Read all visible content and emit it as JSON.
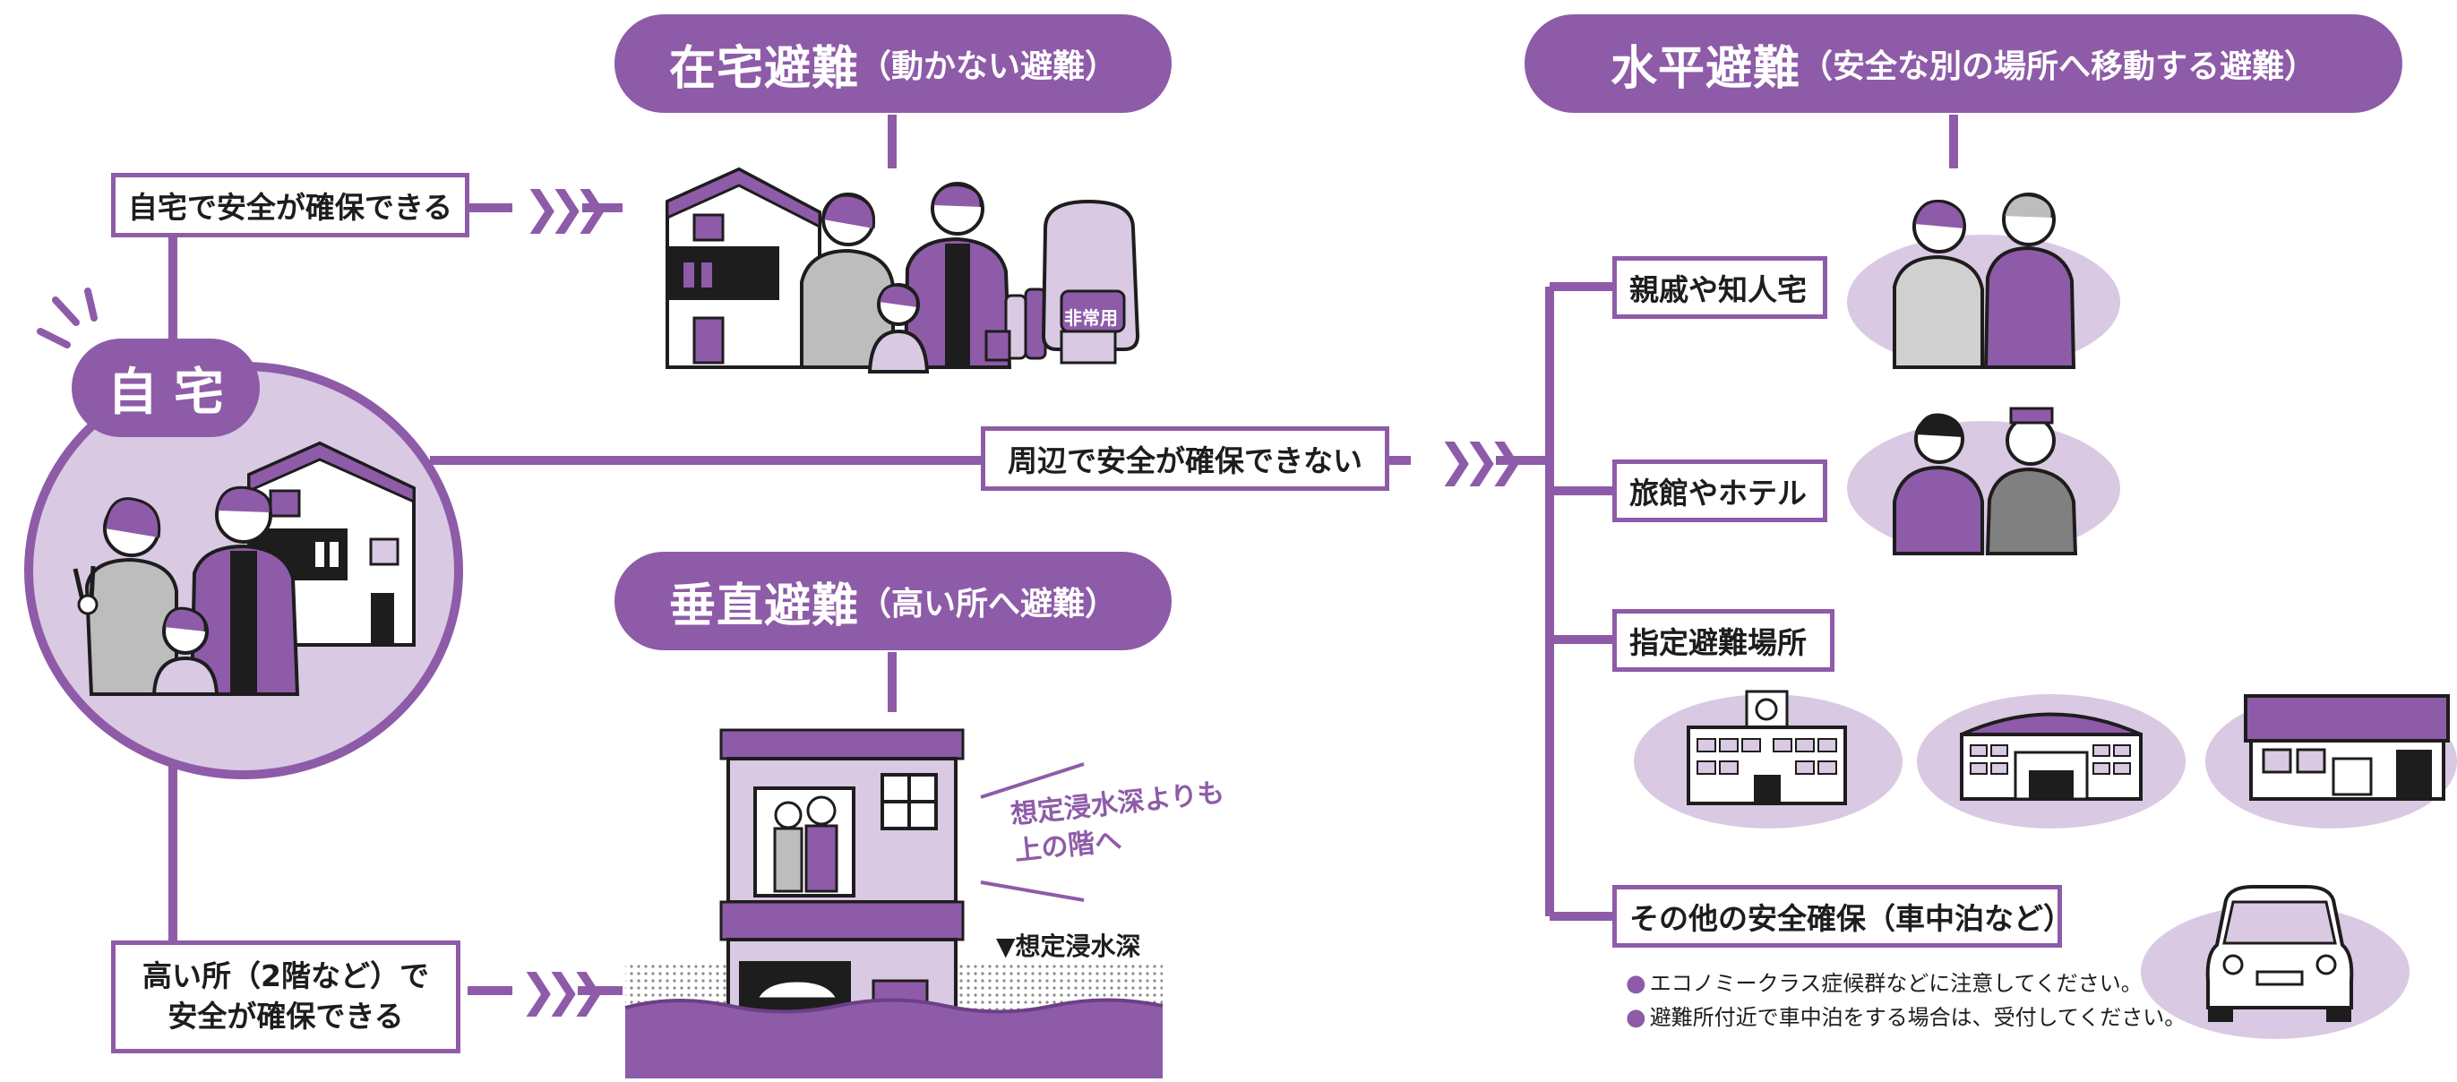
{
  "colors": {
    "accent": "#8e5ba8",
    "light": "#d9c9e2",
    "dark": "#1d1d1d"
  },
  "home": {
    "label": "自宅"
  },
  "stay_home": {
    "title": "在宅避難",
    "subtitle": "（動かない避難）",
    "condition": "自宅で安全が確保できる",
    "backpack_label": "非常用"
  },
  "vertical": {
    "title": "垂直避難",
    "subtitle": "（高い所へ避難）",
    "condition_line1": "高い所（2階など）で",
    "condition_line2": "安全が確保できる",
    "flood_note_line1": "想定浸水深よりも",
    "flood_note_line2": "上の階へ",
    "depth_label": "▼想定浸水深"
  },
  "horizontal": {
    "title": "水平避難",
    "subtitle": "（安全な別の場所へ移動する避難）",
    "condition": "周辺で安全が確保できない",
    "options": [
      {
        "label": "親戚や知人宅"
      },
      {
        "label": "旅館やホテル"
      },
      {
        "label": "指定避難場所"
      },
      {
        "label": "その他の安全確保（車中泊など）"
      }
    ],
    "notes": [
      "エコノミークラス症候群などに注意してください。",
      "避難所付近で車中泊をする場合は、受付してください。"
    ]
  },
  "icons": [
    "chevron-arrow-icon",
    "house-icon",
    "family-icon",
    "backpack-icon",
    "school-icon",
    "gymnasium-icon",
    "community-hall-icon",
    "car-icon",
    "hotel-staff-icon",
    "relatives-icon"
  ]
}
